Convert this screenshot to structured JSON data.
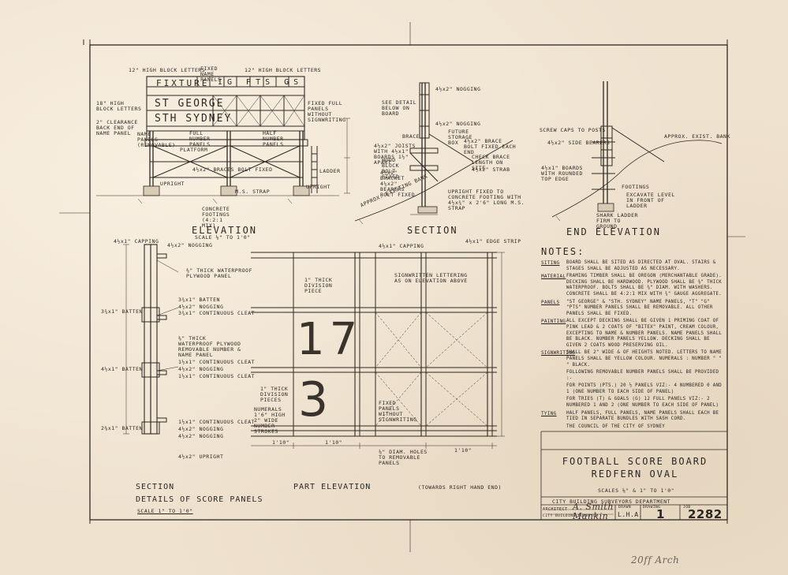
{
  "elevation": {
    "title": "ELEVATION",
    "scale": "SCALE ⅛\" TO 1'0\"",
    "sign_row1": "FIXTURE",
    "sign_row1_b": "IG PTS GS",
    "sign_row2": "ST GEORGE",
    "sign_row3": "STH SYDNEY",
    "labels": [
      "12\" HIGH BLOCK LETTERS",
      "FIXED NAME PANELS",
      "12\" HIGH BLOCK LETTERS",
      "18\" HIGH BLOCK LETTERS",
      "FIXED FULL PANELS WITHOUT SIGNWRITING",
      "2\" CLEARANCE BACK END OF NAME PANEL",
      "NAME PANELS (REMOVABLE)",
      "FULL NUMBER PANELS",
      "HALF NUMBER PANELS",
      "PLATFORM",
      "4½x2\" BRACES BOLT FIXED",
      "LADDER",
      "UPRIGHT",
      "UPRIGHT",
      "M.S. STRAP",
      "CONCRETE FOOTINGS (4:2:1 MIX)"
    ]
  },
  "section": {
    "title": "SECTION",
    "labels": [
      "4½x2\" NOGGING",
      "SEE DETAIL BELOW ON BOARD",
      "4½x2\" NOGGING",
      "FUTURE STORAGE BOX",
      "BRACE",
      "4½x2\" BRACE BOLT FIXED EACH END",
      "4½x2\" JOISTS WITH 4½x1\" BOARDS 1½\" APART",
      "CHECK BRACE LENGTH ON SITE",
      "WOOD BLOCK BOLT FIXED",
      "4½x2\" BRACKET 4¼x2\" BEARERS BOLT FIXED",
      "4½x2\" STRAB",
      "UPRIGHT FIXED TO CONCRETE FOOTING WITH 4½x¾\" x 2'6\" LONG M.S. STRAP",
      "APPROX. EXISTING BANK"
    ]
  },
  "end_elevation": {
    "title": "END ELEVATION",
    "labels": [
      "SCREW CAPS TO POSTS",
      "4½x2\" SIDE BEARERS",
      "APPROX. EXIST. BANK",
      "4½x1\" BOARDS WITH ROUNDED TOP EDGE",
      "FOOTINGS",
      "EXCAVATE LEVEL IN FRONT OF LADDER",
      "SHARK LADDER FIRM TO GROUND"
    ]
  },
  "details": {
    "section_label": "SECTION",
    "part_elevation_label": "PART ELEVATION",
    "part_elevation_note": "(TOWARDS RIGHT HAND END)",
    "title": "DETAILS OF SCORE PANELS",
    "scale": "SCALE 1\" TO 1'0\"",
    "numbers": [
      "17",
      "3"
    ],
    "labels": [
      "4½x1\" CAPPING",
      "4½x2\" NOGGING",
      "⅜\" THICK WATERPROOF PLYWOOD PANEL",
      "3¾x1\" BATTEN",
      "4½x2\" NOGGING",
      "3¾x1\" CONTINUOUS CLEAT",
      "3¾x1\" BATTEN",
      "⅜\" THICK WATERPROOF PLYWOOD REMOVABLE NUMBER & NAME PANEL",
      "1½x1\" CONTINUOUS CLEAT",
      "4½x2\" NOGGING",
      "1½x1\" CONTINUOUS CLEAT",
      "4½x1\" BATTEN",
      "2⅜x1\" BATTEN",
      "1½x1\" CONTINUOUS CLEAT",
      "4½x2\" NOGGING",
      "4½x2\" NOGGING",
      "4½x2\" UPRIGHT",
      "4½x1\" CAPPING",
      "4½x1\" EDGE STRIP",
      "SIGNWRITTEN LETTERING AS ON ELEVATION ABOVE",
      "1\" THICK DIVISION PIECE",
      "FIXED PANELS WITHOUT SIGNWRITING",
      "1\" THICK DIVISION PIECES",
      "NUMERALS 1'6\" HIGH 2\" WIDE NUMBER STROKES",
      "⅛\" DIAM. HOLES TO REMOVABLE PANELS",
      "1'10\"",
      "1'10\"",
      "1'10\""
    ]
  },
  "notes": {
    "title": "NOTES:",
    "items": [
      {
        "key": "SITING",
        "text": "BOARD SHALL BE SITED AS DIRECTED AT OVAL. STAIRS & STAGES SHALL BE ADJUSTED AS NECESSARY."
      },
      {
        "key": "MATERIAL",
        "text": "FRAMING TIMBER SHALL BE OREGON (MERCHANTABLE GRADE). DECKING SHALL BE HARDWOOD. PLYWOOD SHALL BE ⅜\" THICK WATERPROOF. BOLTS SHALL BE ⅜\" DIAM. WITH WASHERS. CONCRETE SHALL BE 4:2:1 MIX WITH ¾\" GAUGE AGGREGATE."
      },
      {
        "key": "PANELS",
        "text": "\"ST GEORGE\" & \"STH. SYDNEY\" NAME PANELS, \"T\" \"G\" \"PTS\" NUMBER PANELS SHALL BE REMOVABLE. ALL OTHER PANELS SHALL BE FIXED."
      },
      {
        "key": "PAINTING",
        "text": "ALL EXCEPT DECKING SHALL BE GIVEN 1 PRIMING COAT OF PINK LEAD & 2 COATS OF \"BITEX\" PAINT, CREAM COLOUR, EXCEPTING TO NAME & NUMBER PANELS. NAME PANELS SHALL BE BLACK. NUMBER PANELS YELLOW. DECKING SHALL BE GIVEN 2 COATS WOOD PRESERVING OIL."
      },
      {
        "key": "SIGNWRITING",
        "text": "SHALL BE 2\" WIDE & OF HEIGHTS NOTED. LETTERS TO NAME PANELS SHALL BE YELLOW COLOUR. NUMERALS : NUMBER \" \" \" BLACK."
      },
      {
        "key": "",
        "text": "FOLLOWING REMOVABLE NUMBER PANELS SHALL BE PROVIDED :-"
      },
      {
        "key": "",
        "text": "FOR POINTS (PTS.) 20 ½ PANELS VIZ:- 4 NUMBERED 0 AND 1 (ONE NUMBER TO EACH SIDE OF PANEL)"
      },
      {
        "key": "",
        "text": "FOR TRIES (T) & GOALS (G) 12 FULL PANELS VIZ:- 2 NUMBERED 1 AND 2 (ONE NUMBER TO EACH SIDE OF PANEL)"
      },
      {
        "key": "TYING",
        "text": "HALF PANELS, FULL PANELS, NAME PANELS SHALL EACH BE TIED IN SEPARATE BUNDLES WITH SASH CORD."
      },
      {
        "key": "",
        "text": "THE COUNCIL OF THE CITY OF SYDNEY"
      }
    ]
  },
  "title_block": {
    "title": "FOOTBALL SCORE BOARD",
    "subtitle": "REDFERN OVAL",
    "scales": "SCALES ⅛\" & 1\" TO 1'0\"",
    "department": "CITY BUILDING SURVEYORS DEPARTMENT",
    "drawn_label": "DRAWN",
    "drawn_value": "L.H.A.",
    "drawing_label": "DRAWING",
    "drawing_value": "1",
    "job_label": "JOB",
    "job_value": "2282",
    "architect_label": "ARCHITECT",
    "architect_sig": "A. Smith",
    "surveyor_label": "CITY BUILDING SURVEYOR",
    "surveyor_sig": "Mankin"
  },
  "pencil_note": "20ff Arch"
}
